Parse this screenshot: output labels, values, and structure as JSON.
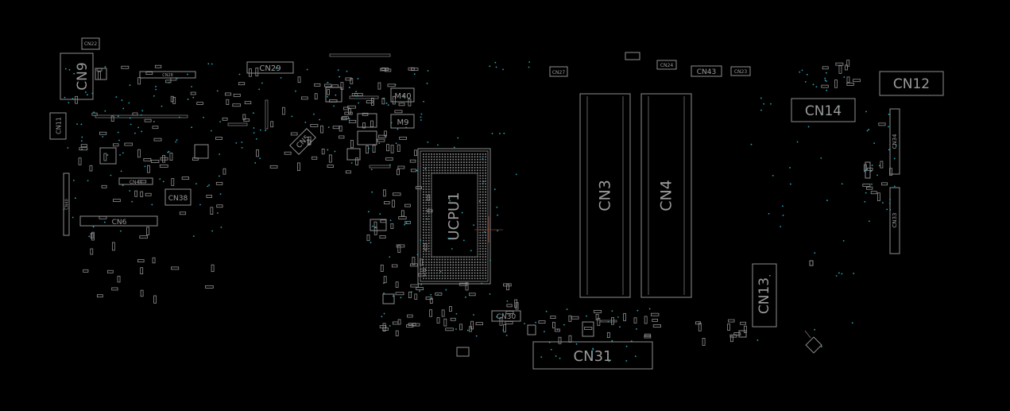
{
  "labels": {
    "cn9": "CN9",
    "cn22": "CN22",
    "cn28": "CN28",
    "cn29": "CN29",
    "cn11": "CN11",
    "cn5": "CN5",
    "cn44": "CN44",
    "cn38": "CN38",
    "cn6": "CN6",
    "cn40": "CN40",
    "m40": "M40",
    "m9": "M9",
    "ucpu1": "UCPU1",
    "cn30": "CN30",
    "cn27": "CN27",
    "cn24": "CN24",
    "cn43": "CN43",
    "cn23": "CN23",
    "cn3": "CN3",
    "cn4": "CN4",
    "cn31": "CN31",
    "cn13": "CN13",
    "cn14": "CN14",
    "cn12": "CN12",
    "cn34": "CN34",
    "cn33": "CN33"
  },
  "colors": {
    "background": "#000000",
    "outline": "#8e8e8e",
    "via": "#2aa6b8"
  }
}
